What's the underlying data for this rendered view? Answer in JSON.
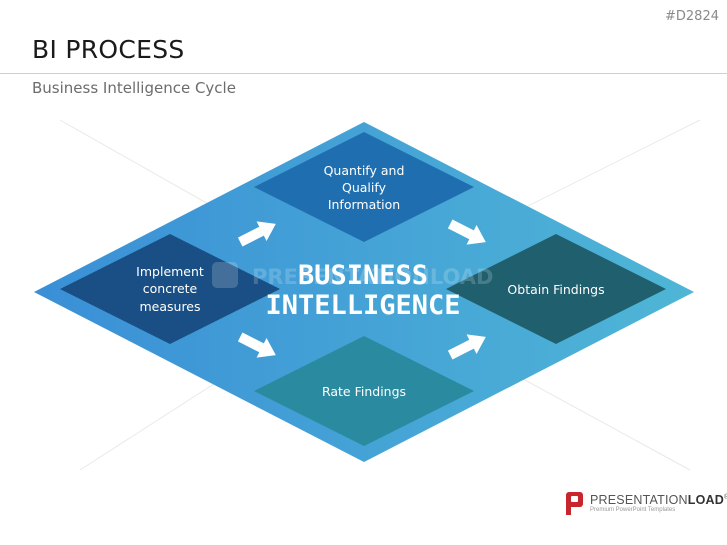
{
  "header": {
    "code": "#D2824",
    "title": "BI PROCESS",
    "subtitle": "Business Intelligence Cycle"
  },
  "diagram": {
    "center": {
      "line1": "BUSINESS",
      "line2": "INTELLIGENCE"
    },
    "nodes": {
      "top": [
        "Quantify and",
        "Qualify",
        "Information"
      ],
      "right": [
        "Obtain Findings"
      ],
      "bottom": [
        "Rate Findings"
      ],
      "left": [
        "Implement",
        "concrete",
        "measures"
      ]
    },
    "watermark": "PRESENTATIONLOAD",
    "colors": {
      "diamond_left": "#3a8fd6",
      "diamond_right": "#4fb6d6",
      "node_top": "#1f6fb0",
      "node_left": "#194f84",
      "node_right": "#1f5f6e",
      "node_bottom": "#2a8aa0",
      "arrow": "#ffffff"
    }
  },
  "footer": {
    "brand_light": "PRESENTATION",
    "brand_bold": "LOAD",
    "brand_mark": "®",
    "tagline": "Premium PowerPoint Templates",
    "logo_color": "#c8262d"
  }
}
